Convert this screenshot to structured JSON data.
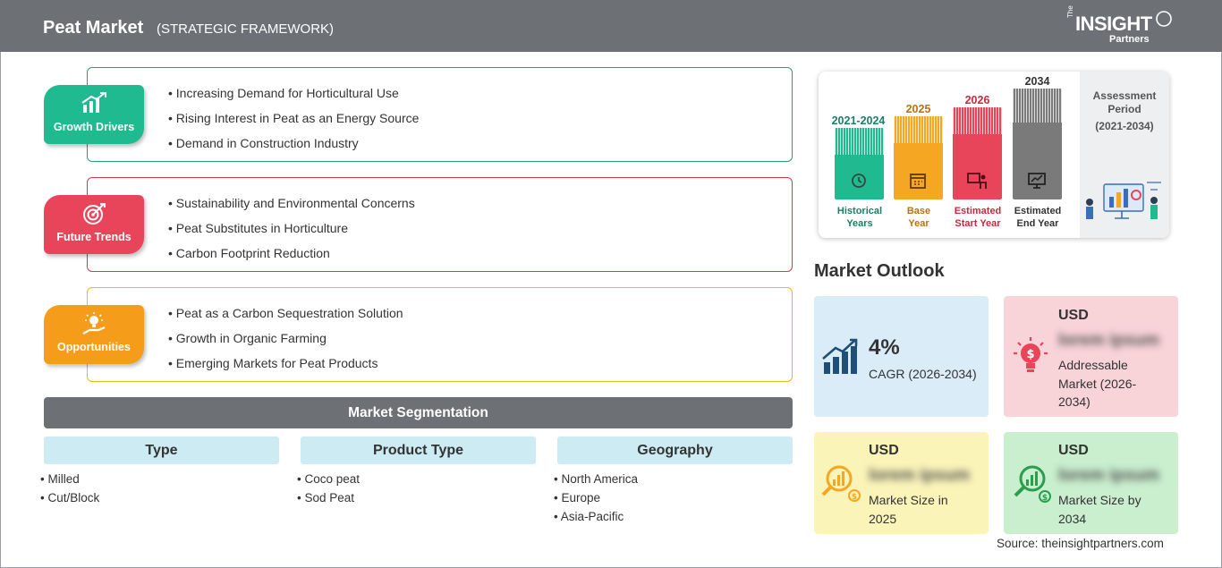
{
  "header": {
    "title": "Peat Market",
    "subtitle": "(STRATEGIC FRAMEWORK)",
    "logo": {
      "prefix": "The",
      "name": "INSIGHT",
      "suffix": "Partners"
    }
  },
  "framework": [
    {
      "label": "Growth Drivers",
      "color": "#1fba8f",
      "border": "#2a9d78",
      "icon": "growth-chart-icon",
      "items": [
        "Increasing Demand for Horticultural Use",
        "Rising Interest in Peat as an Energy Source",
        "Demand in Construction Industry"
      ]
    },
    {
      "label": "Future Trends",
      "color": "#e8455a",
      "border": "#d23b4e",
      "icon": "target-icon",
      "items": [
        "Sustainability and Environmental Concerns",
        "Peat Substitutes in Horticulture",
        "Carbon Footprint Reduction"
      ]
    },
    {
      "label": "Opportunities",
      "color": "#f59c1a",
      "border": "#f2b51c",
      "icon": "lightbulb-hand-icon",
      "items": [
        "Peat as a Carbon Sequestration Solution",
        "Growth in Organic Farming",
        "Emerging Markets for Peat Products"
      ]
    }
  ],
  "segmentation": {
    "title": "Market Segmentation",
    "columns": [
      {
        "header": "Type",
        "items": [
          "Milled",
          "Cut/Block"
        ]
      },
      {
        "header": "Product Type",
        "items": [
          "Coco peat",
          "Sod Peat"
        ]
      },
      {
        "header": "Geography",
        "items": [
          "North America",
          "Europe",
          "Asia-Pacific"
        ]
      }
    ]
  },
  "timeline": {
    "bars": [
      {
        "year": "2021-2024",
        "caption_line1": "Historical",
        "caption_line2": "Years",
        "color": "#1fba8f",
        "year_color": "#1a7f63",
        "icon": "history-icon"
      },
      {
        "year": "2025",
        "caption_line1": "Base",
        "caption_line2": "Year",
        "color": "#f5a623",
        "year_color": "#b8730f",
        "icon": "calendar-icon"
      },
      {
        "year": "2026",
        "caption_line1": "Estimated",
        "caption_line2": "Start Year",
        "color": "#e8455a",
        "year_color": "#c8283e",
        "icon": "presentation-icon"
      },
      {
        "year": "2034",
        "caption_line1": "Estimated",
        "caption_line2": "End Year",
        "color": "#7a7a7a",
        "year_color": "#333333",
        "icon": "monitor-chart-icon"
      }
    ],
    "assessment": {
      "line1": "Assessment",
      "line2": "Period",
      "line3": "(2021-2034)"
    }
  },
  "outlook": {
    "title": "Market Outlook",
    "cagr": {
      "value": "4%",
      "label": "CAGR (2026-2034)",
      "color": "#d9ecf7"
    },
    "addressable": {
      "currency": "USD",
      "value": "lorem ipsum",
      "label": "Addressable Market (2026-2034)",
      "color": "#f8d3d8"
    },
    "size_2025": {
      "currency": "USD",
      "value": "lorem ipsum",
      "label": "Market Size in 2025",
      "color": "#fbf4b8"
    },
    "size_2034": {
      "currency": "USD",
      "value": "lorem ipsum",
      "label": "Market Size by 2034",
      "color": "#c9efcf"
    }
  },
  "source": "Source: theinsightpartners.com"
}
